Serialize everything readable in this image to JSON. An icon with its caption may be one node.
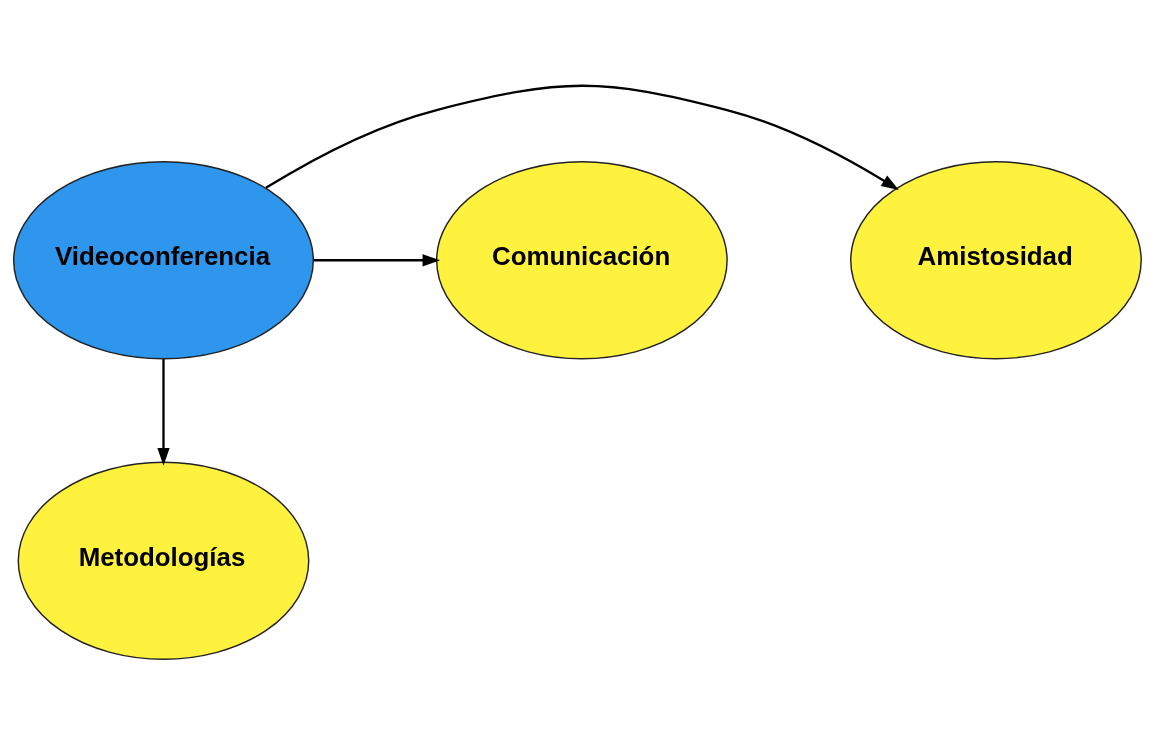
{
  "diagram": {
    "nodes": [
      {
        "text": [
          "Amistosidad"
        ]
      },
      {
        "text": [
          "Comunicación"
        ]
      },
      {
        "text": [
          "Videoconferencia"
        ]
      },
      {
        "text": [
          "Metodologías"
        ]
      }
    ],
    "edges": [
      {
        "from": 2,
        "to": 0,
        "arrow": "to"
      },
      {
        "from": 2,
        "to": 1,
        "arrow": "to"
      },
      {
        "from": 2,
        "to": 3,
        "arrow": "to"
      }
    ]
  }
}
